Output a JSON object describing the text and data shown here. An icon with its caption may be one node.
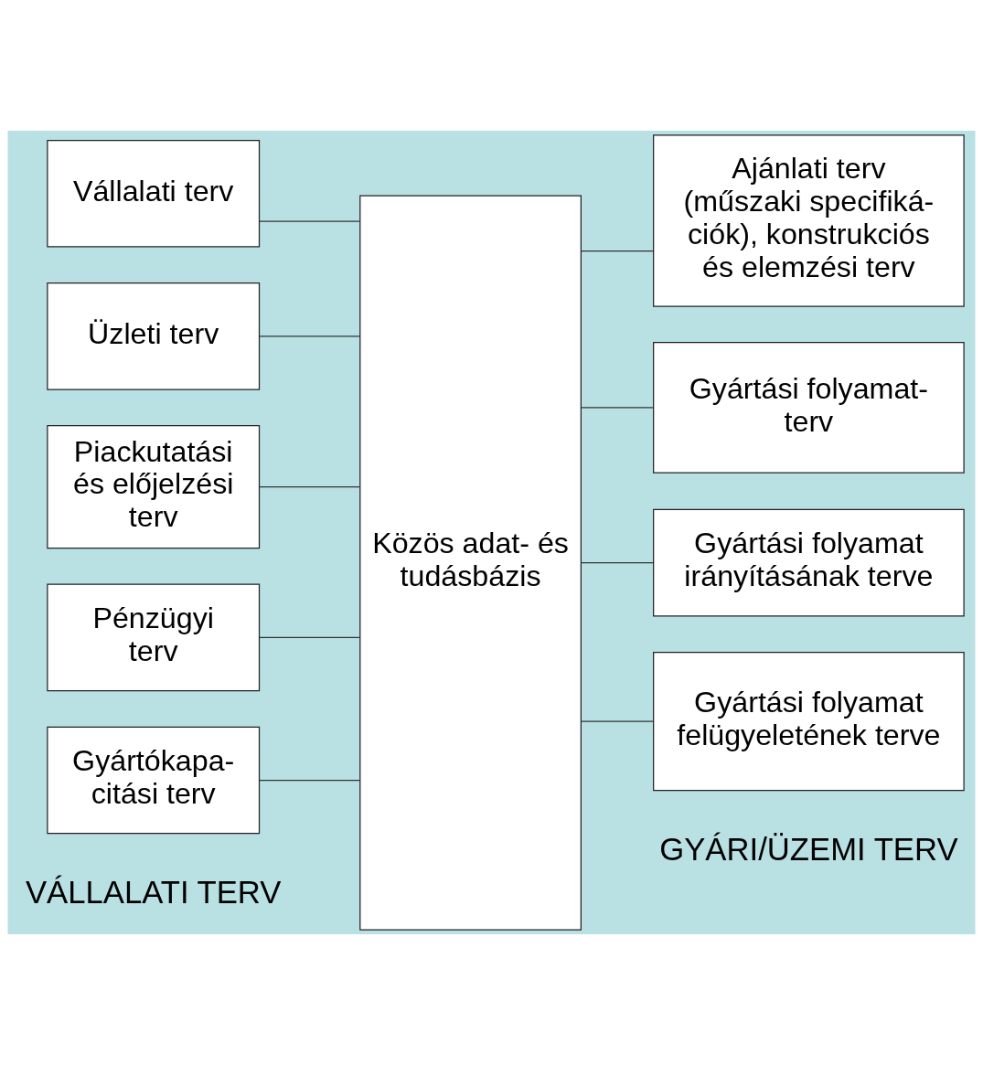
{
  "diagram": {
    "nodes": [
      {
        "text": [
          "Vállalati terv"
        ]
      },
      {
        "text": [
          "Üzleti terv"
        ]
      },
      {
        "text": [
          "Piackutatási és előjelzési terv"
        ]
      },
      {
        "text": [
          "Pénzügyi terv"
        ]
      },
      {
        "text": [
          "Gyártókapa- citási terv"
        ]
      },
      {
        "text": [
          "Közös adat- és tudásbázis"
        ]
      },
      {
        "text": [
          "Ajánlati terv (műszaki specifiká- ciók), konstrukciós és elemzési terv"
        ]
      },
      {
        "text": [
          "Gyártási folyamat- terv"
        ]
      },
      {
        "text": [
          "Gyártási folyamat irányításának terve"
        ]
      },
      {
        "text": [
          "Gyártási folyamat felügyeletének terve"
        ]
      }
    ],
    "edges": [
      {
        "from": 0,
        "to": 5,
        "arrow": "none"
      },
      {
        "from": 1,
        "to": 5,
        "arrow": "none"
      },
      {
        "from": 2,
        "to": 5,
        "arrow": "none"
      },
      {
        "from": 3,
        "to": 5,
        "arrow": "none"
      },
      {
        "from": 4,
        "to": 5,
        "arrow": "none"
      },
      {
        "from": 5,
        "to": 6,
        "arrow": "none"
      },
      {
        "from": 5,
        "to": 7,
        "arrow": "none"
      },
      {
        "from": 5,
        "to": 8,
        "arrow": "none"
      },
      {
        "from": 5,
        "to": 9,
        "arrow": "none"
      }
    ],
    "labels": [
      "VÁLLALATI TERV",
      "GYÁRI/ÜZEMI TERV"
    ]
  }
}
